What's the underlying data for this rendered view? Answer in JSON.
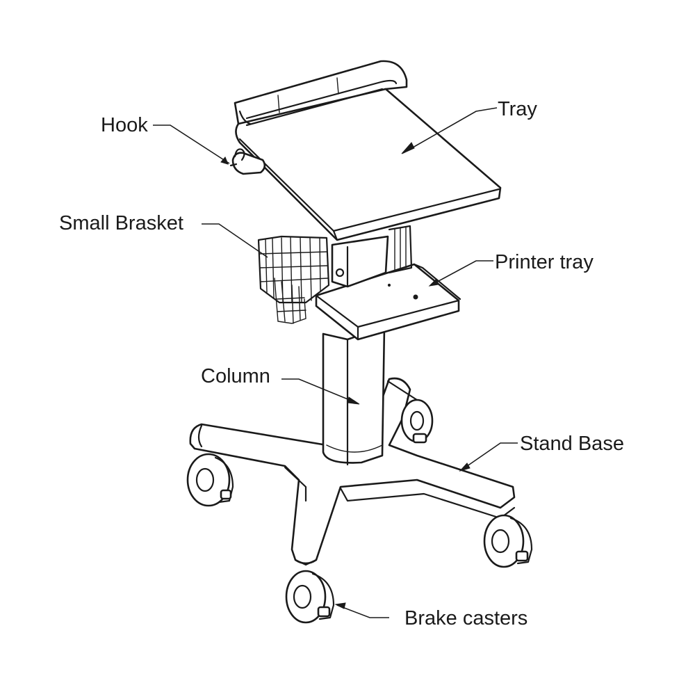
{
  "diagram": {
    "labels": {
      "hook": "Hook",
      "tray": "Tray",
      "small_basket": "Small Brasket",
      "printer_tray": "Printer tray",
      "column": "Column",
      "stand_base": "Stand Base",
      "brake_casters": "Brake casters"
    },
    "colors": {
      "ink": "#1a1a1a",
      "background": "#ffffff"
    }
  }
}
